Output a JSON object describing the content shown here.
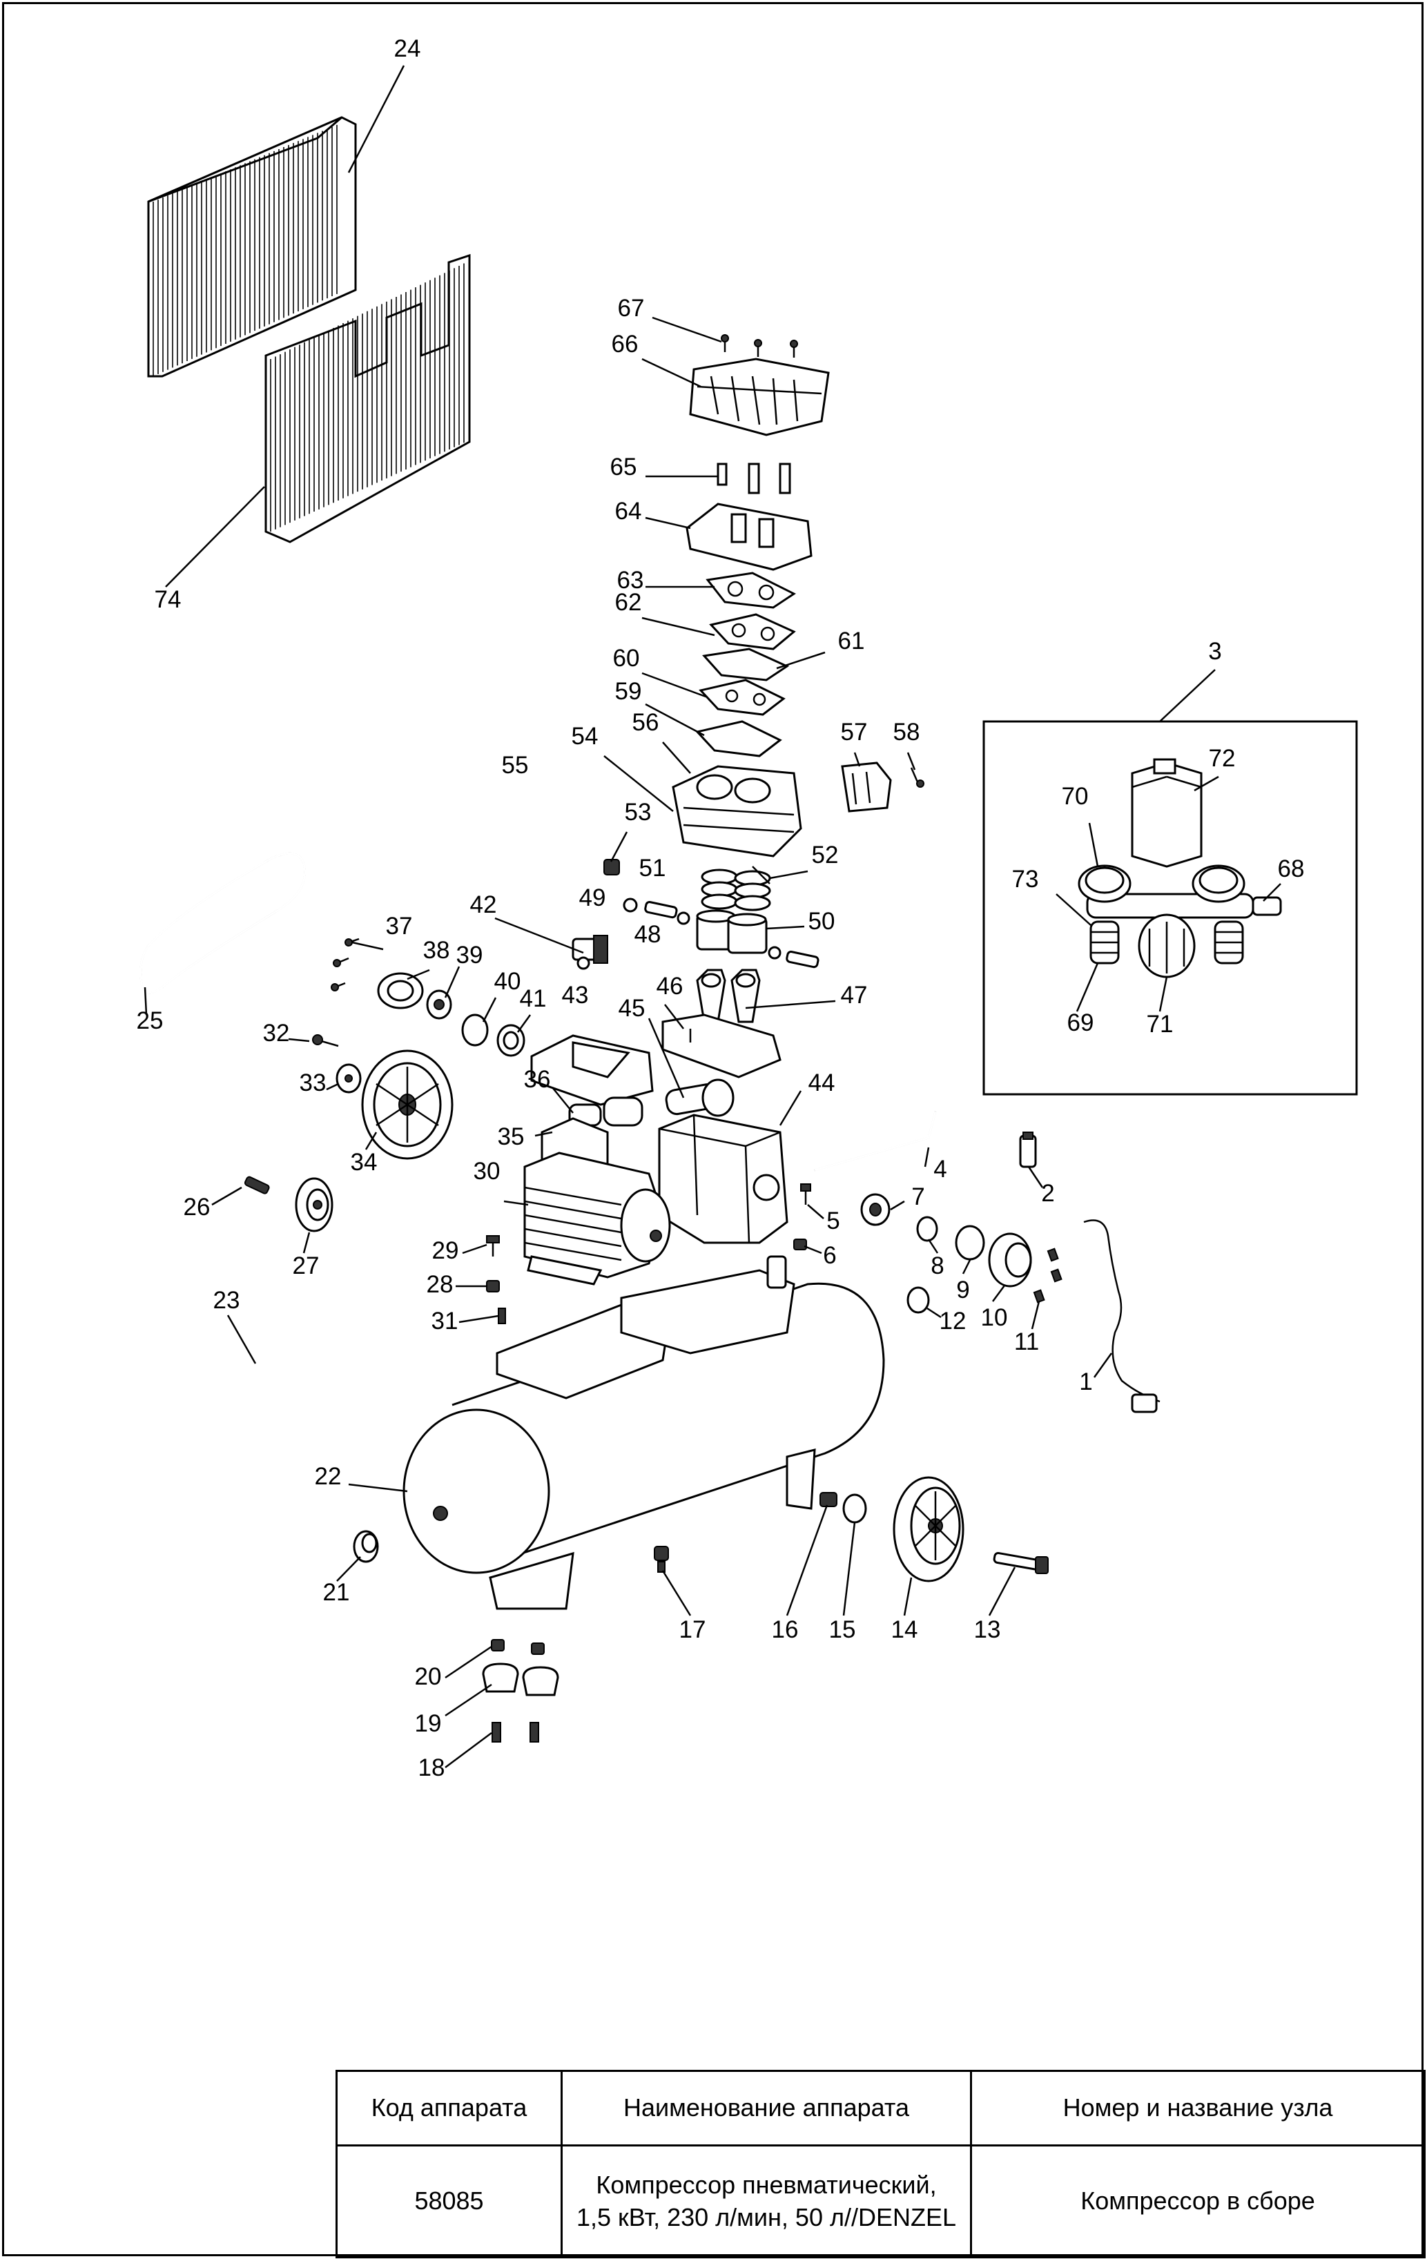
{
  "labels": [
    "1",
    "2",
    "3",
    "4",
    "5",
    "6",
    "7",
    "8",
    "9",
    "10",
    "11",
    "12",
    "13",
    "14",
    "15",
    "16",
    "17",
    "18",
    "19",
    "20",
    "21",
    "22",
    "23",
    "24",
    "25",
    "26",
    "27",
    "28",
    "29",
    "30",
    "31",
    "32",
    "33",
    "34",
    "35",
    "36",
    "37",
    "38",
    "39",
    "40",
    "41",
    "42",
    "43",
    "44",
    "45",
    "46",
    "47",
    "48",
    "49",
    "50",
    "51",
    "52",
    "53",
    "54",
    "55",
    "56",
    "57",
    "58",
    "59",
    "60",
    "61",
    "62",
    "63",
    "64",
    "65",
    "66",
    "67",
    "68",
    "69",
    "70",
    "71",
    "72",
    "73",
    "74"
  ],
  "table": {
    "headers": [
      "Код аппарата",
      "Наименование аппарата",
      "Номер и название узла"
    ],
    "row": {
      "code": "58085",
      "name_line1": "Компрессор пневматический,",
      "name_line2": "1,5 кВт, 230 л/мин, 50 л//DENZEL",
      "assembly": "Компрессор в сборе"
    }
  }
}
